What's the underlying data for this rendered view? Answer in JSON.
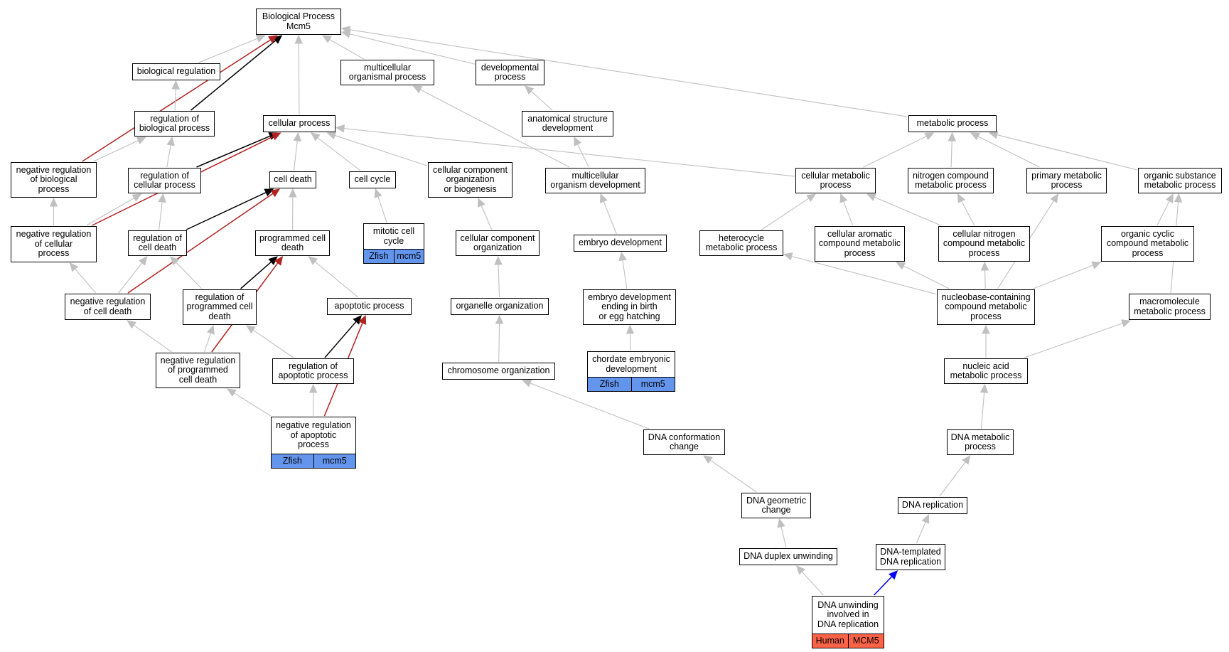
{
  "colors": {
    "edge_default": "#c0c0c0",
    "edge_black": "#000000",
    "edge_red": "#b22222",
    "edge_blue": "#0000ff",
    "zfish": "#6495ed",
    "human": "#ff6347"
  },
  "nodes": {
    "bp_mcm5": {
      "label": "Biological Process\nMcm5"
    },
    "biological_regulation": {
      "label": "biological regulation"
    },
    "multicellular_organismal_process": {
      "label": "multicellular\norganismal process"
    },
    "developmental_process": {
      "label": "developmental\nprocess"
    },
    "regulation_of_biological_process": {
      "label": "regulation of\nbiological process"
    },
    "cellular_process": {
      "label": "cellular process"
    },
    "anatomical_structure_development": {
      "label": "anatomical structure\ndevelopment"
    },
    "metabolic_process": {
      "label": "metabolic process"
    },
    "negative_regulation_of_biological_process": {
      "label": "negative regulation\nof biological\nprocess"
    },
    "regulation_of_cellular_process": {
      "label": "regulation of\ncellular process"
    },
    "cell_death": {
      "label": "cell death"
    },
    "cell_cycle": {
      "label": "cell cycle"
    },
    "cellular_component_organization_or_biogenesis": {
      "label": "cellular component\norganization\nor biogenesis"
    },
    "multicellular_organism_development": {
      "label": "multicellular\norganism development"
    },
    "cellular_metabolic_process": {
      "label": "cellular metabolic\nprocess"
    },
    "nitrogen_compound_metabolic_process": {
      "label": "nitrogen compound\nmetabolic process"
    },
    "primary_metabolic_process": {
      "label": "primary metabolic\nprocess"
    },
    "organic_substance_metabolic_process": {
      "label": "organic substance\nmetabolic process"
    },
    "mitotic_cell_cycle": {
      "label": "mitotic cell\ncycle",
      "ann": [
        "Zfish",
        "mcm5"
      ],
      "ann_color": "zfish"
    },
    "negative_regulation_of_cellular_process": {
      "label": "negative regulation\nof cellular\nprocess"
    },
    "regulation_of_cell_death": {
      "label": "regulation of\ncell death"
    },
    "programmed_cell_death": {
      "label": "programmed cell\ndeath"
    },
    "cellular_component_organization": {
      "label": "cellular component\norganization"
    },
    "embryo_development": {
      "label": "embryo development"
    },
    "heterocycle_metabolic_process": {
      "label": "heterocycle\nmetabolic process"
    },
    "cellular_aromatic_compound_metabolic_process": {
      "label": "cellular aromatic\ncompound metabolic\nprocess"
    },
    "cellular_nitrogen_compound_metabolic_process": {
      "label": "cellular nitrogen\ncompound metabolic\nprocess"
    },
    "organic_cyclic_compound_metabolic_process": {
      "label": "organic cyclic\ncompound metabolic\nprocess"
    },
    "negative_regulation_of_cell_death": {
      "label": "negative regulation\nof cell death"
    },
    "regulation_of_programmed_cell_death": {
      "label": "regulation of\nprogrammed cell\ndeath"
    },
    "apoptotic_process": {
      "label": "apoptotic process"
    },
    "organelle_organization": {
      "label": "organelle organization"
    },
    "embryo_development_ending_in_birth": {
      "label": "embryo development\nending in birth\nor egg hatching"
    },
    "nucleobase_containing_compound_metabolic_process": {
      "label": "nucleobase-containing\ncompound metabolic\nprocess"
    },
    "macromolecule_metabolic_process": {
      "label": "macromolecule\nmetabolic process"
    },
    "negative_regulation_of_programmed_cell_death": {
      "label": "negative regulation\nof programmed\ncell death"
    },
    "regulation_of_apoptotic_process": {
      "label": "regulation of\napoptotic process"
    },
    "chromosome_organization": {
      "label": "chromosome organization"
    },
    "chordate_embryonic_development": {
      "label": "chordate embryonic\ndevelopment",
      "ann": [
        "Zfish",
        "mcm5"
      ],
      "ann_color": "zfish"
    },
    "nucleic_acid_metabolic_process": {
      "label": "nucleic acid\nmetabolic process"
    },
    "negative_regulation_of_apoptotic_process": {
      "label": "negative regulation\nof apoptotic\nprocess",
      "ann": [
        "Zfish",
        "mcm5"
      ],
      "ann_color": "zfish"
    },
    "dna_conformation_change": {
      "label": "DNA conformation\nchange"
    },
    "dna_metabolic_process": {
      "label": "DNA metabolic\nprocess"
    },
    "dna_geometric_change": {
      "label": "DNA geometric\nchange"
    },
    "dna_replication": {
      "label": "DNA replication"
    },
    "dna_duplex_unwinding": {
      "label": "DNA duplex unwinding"
    },
    "dna_templated_dna_replication": {
      "label": "DNA-templated\nDNA replication"
    },
    "dna_unwinding_involved_in_dna_replication": {
      "label": "DNA unwinding\ninvolved in\nDNA replication",
      "ann": [
        "Human",
        "MCM5"
      ],
      "ann_color": "human"
    }
  },
  "edges": [
    [
      "biological_regulation",
      "bp_mcm5",
      "grey"
    ],
    [
      "multicellular_organismal_process",
      "bp_mcm5",
      "grey"
    ],
    [
      "developmental_process",
      "bp_mcm5",
      "grey"
    ],
    [
      "cellular_process",
      "bp_mcm5",
      "grey"
    ],
    [
      "metabolic_process",
      "bp_mcm5",
      "grey"
    ],
    [
      "regulation_of_biological_process",
      "bp_mcm5",
      "black"
    ],
    [
      "negative_regulation_of_biological_process",
      "bp_mcm5",
      "red"
    ],
    [
      "regulation_of_biological_process",
      "biological_regulation",
      "grey"
    ],
    [
      "anatomical_structure_development",
      "developmental_process",
      "grey"
    ],
    [
      "negative_regulation_of_biological_process",
      "regulation_of_biological_process",
      "grey"
    ],
    [
      "regulation_of_cellular_process",
      "regulation_of_biological_process",
      "grey"
    ],
    [
      "regulation_of_cellular_process",
      "cellular_process",
      "black"
    ],
    [
      "negative_regulation_of_cellular_process",
      "cellular_process",
      "red"
    ],
    [
      "cell_death",
      "cellular_process",
      "grey"
    ],
    [
      "cell_cycle",
      "cellular_process",
      "grey"
    ],
    [
      "cellular_component_organization_or_biogenesis",
      "cellular_process",
      "grey"
    ],
    [
      "cellular_metabolic_process",
      "cellular_process",
      "grey"
    ],
    [
      "multicellular_organism_development",
      "anatomical_structure_development",
      "grey"
    ],
    [
      "multicellular_organism_development",
      "multicellular_organismal_process",
      "grey"
    ],
    [
      "cellular_metabolic_process",
      "metabolic_process",
      "grey"
    ],
    [
      "nitrogen_compound_metabolic_process",
      "metabolic_process",
      "grey"
    ],
    [
      "primary_metabolic_process",
      "metabolic_process",
      "grey"
    ],
    [
      "organic_substance_metabolic_process",
      "metabolic_process",
      "grey"
    ],
    [
      "negative_regulation_of_cellular_process",
      "negative_regulation_of_biological_process",
      "grey"
    ],
    [
      "negative_regulation_of_cellular_process",
      "regulation_of_cellular_process",
      "grey"
    ],
    [
      "regulation_of_cell_death",
      "regulation_of_cellular_process",
      "grey"
    ],
    [
      "regulation_of_cell_death",
      "cell_death",
      "black"
    ],
    [
      "negative_regulation_of_cell_death",
      "cell_death",
      "red"
    ],
    [
      "programmed_cell_death",
      "cell_death",
      "grey"
    ],
    [
      "mitotic_cell_cycle",
      "cell_cycle",
      "grey"
    ],
    [
      "cellular_component_organization",
      "cellular_component_organization_or_biogenesis",
      "grey"
    ],
    [
      "embryo_development",
      "multicellular_organism_development",
      "grey"
    ],
    [
      "heterocycle_metabolic_process",
      "cellular_metabolic_process",
      "grey"
    ],
    [
      "cellular_aromatic_compound_metabolic_process",
      "cellular_metabolic_process",
      "grey"
    ],
    [
      "cellular_nitrogen_compound_metabolic_process",
      "cellular_metabolic_process",
      "grey"
    ],
    [
      "cellular_nitrogen_compound_metabolic_process",
      "nitrogen_compound_metabolic_process",
      "grey"
    ],
    [
      "organic_cyclic_compound_metabolic_process",
      "organic_substance_metabolic_process",
      "grey"
    ],
    [
      "negative_regulation_of_cell_death",
      "negative_regulation_of_cellular_process",
      "grey"
    ],
    [
      "negative_regulation_of_cell_death",
      "regulation_of_cell_death",
      "grey"
    ],
    [
      "regulation_of_programmed_cell_death",
      "regulation_of_cell_death",
      "grey"
    ],
    [
      "regulation_of_programmed_cell_death",
      "programmed_cell_death",
      "black"
    ],
    [
      "negative_regulation_of_programmed_cell_death",
      "programmed_cell_death",
      "red"
    ],
    [
      "apoptotic_process",
      "programmed_cell_death",
      "grey"
    ],
    [
      "organelle_organization",
      "cellular_component_organization",
      "grey"
    ],
    [
      "embryo_development_ending_in_birth",
      "embryo_development",
      "grey"
    ],
    [
      "nucleobase_containing_compound_metabolic_process",
      "heterocycle_metabolic_process",
      "grey"
    ],
    [
      "nucleobase_containing_compound_metabolic_process",
      "cellular_aromatic_compound_metabolic_process",
      "grey"
    ],
    [
      "nucleobase_containing_compound_metabolic_process",
      "cellular_nitrogen_compound_metabolic_process",
      "grey"
    ],
    [
      "nucleobase_containing_compound_metabolic_process",
      "organic_cyclic_compound_metabolic_process",
      "grey"
    ],
    [
      "nucleobase_containing_compound_metabolic_process",
      "primary_metabolic_process",
      "grey"
    ],
    [
      "macromolecule_metabolic_process",
      "organic_substance_metabolic_process",
      "grey"
    ],
    [
      "negative_regulation_of_programmed_cell_death",
      "negative_regulation_of_cell_death",
      "grey"
    ],
    [
      "negative_regulation_of_programmed_cell_death",
      "regulation_of_programmed_cell_death",
      "grey"
    ],
    [
      "regulation_of_apoptotic_process",
      "regulation_of_programmed_cell_death",
      "grey"
    ],
    [
      "regulation_of_apoptotic_process",
      "apoptotic_process",
      "black"
    ],
    [
      "negative_regulation_of_apoptotic_process",
      "apoptotic_process",
      "red"
    ],
    [
      "chromosome_organization",
      "organelle_organization",
      "grey"
    ],
    [
      "chordate_embryonic_development",
      "embryo_development_ending_in_birth",
      "grey"
    ],
    [
      "nucleic_acid_metabolic_process",
      "nucleobase_containing_compound_metabolic_process",
      "grey"
    ],
    [
      "nucleic_acid_metabolic_process",
      "macromolecule_metabolic_process",
      "grey"
    ],
    [
      "negative_regulation_of_apoptotic_process",
      "negative_regulation_of_programmed_cell_death",
      "grey"
    ],
    [
      "negative_regulation_of_apoptotic_process",
      "regulation_of_apoptotic_process",
      "grey"
    ],
    [
      "dna_conformation_change",
      "chromosome_organization",
      "grey"
    ],
    [
      "dna_metabolic_process",
      "nucleic_acid_metabolic_process",
      "grey"
    ],
    [
      "dna_geometric_change",
      "dna_conformation_change",
      "grey"
    ],
    [
      "dna_replication",
      "dna_metabolic_process",
      "grey"
    ],
    [
      "dna_duplex_unwinding",
      "dna_geometric_change",
      "grey"
    ],
    [
      "dna_templated_dna_replication",
      "dna_replication",
      "grey"
    ],
    [
      "dna_unwinding_involved_in_dna_replication",
      "dna_duplex_unwinding",
      "grey"
    ],
    [
      "dna_unwinding_involved_in_dna_replication",
      "dna_templated_dna_replication",
      "blue"
    ]
  ]
}
